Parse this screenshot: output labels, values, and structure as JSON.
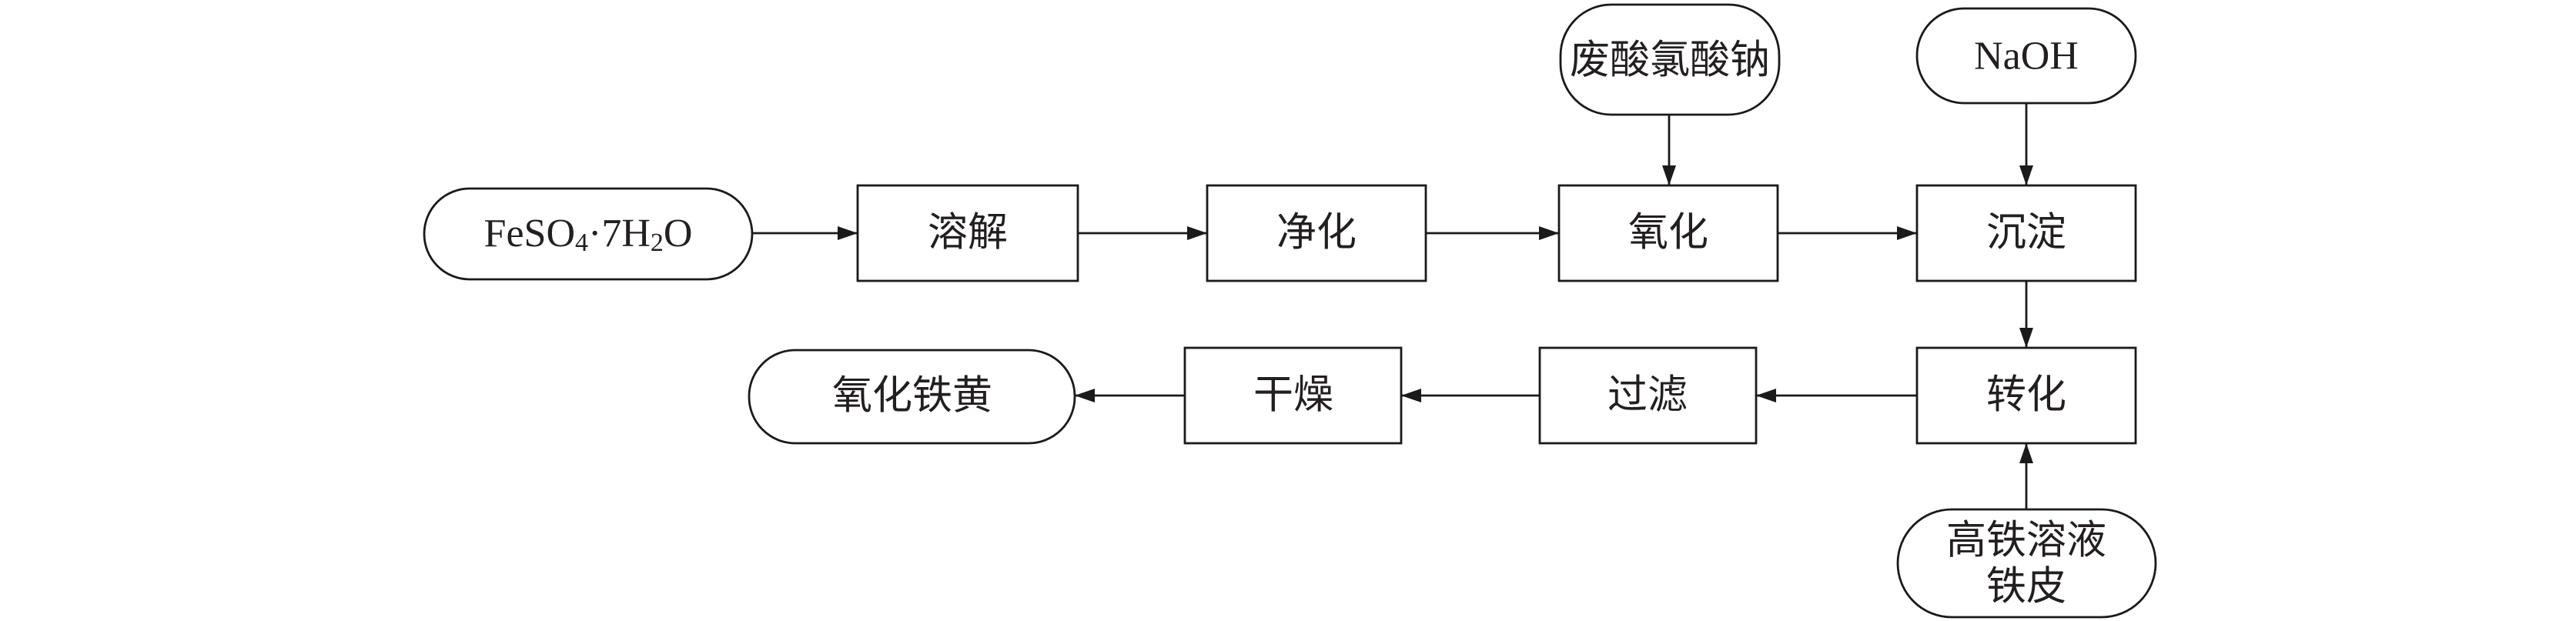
{
  "nodes": {
    "feso4": {
      "parts": [
        "FeSO",
        "4",
        "·7H",
        "2",
        "O"
      ]
    },
    "dissolve": {
      "label": "溶解"
    },
    "purify": {
      "label": "净化"
    },
    "oxidize": {
      "label": "氧化"
    },
    "precipitate": {
      "label": "沉淀"
    },
    "waste_acid": {
      "label": "废酸氯酸钠"
    },
    "naoh": {
      "label": "NaOH"
    },
    "convert": {
      "label": "转化"
    },
    "filter": {
      "label": "过滤"
    },
    "dry": {
      "label": "干燥"
    },
    "product": {
      "label": "氧化铁黄"
    },
    "iron_input": {
      "lines": [
        "高铁溶液",
        "铁皮"
      ]
    }
  },
  "colors": {
    "stroke": "#1a1a1a",
    "fill": "#ffffff",
    "text": "#231f20"
  }
}
